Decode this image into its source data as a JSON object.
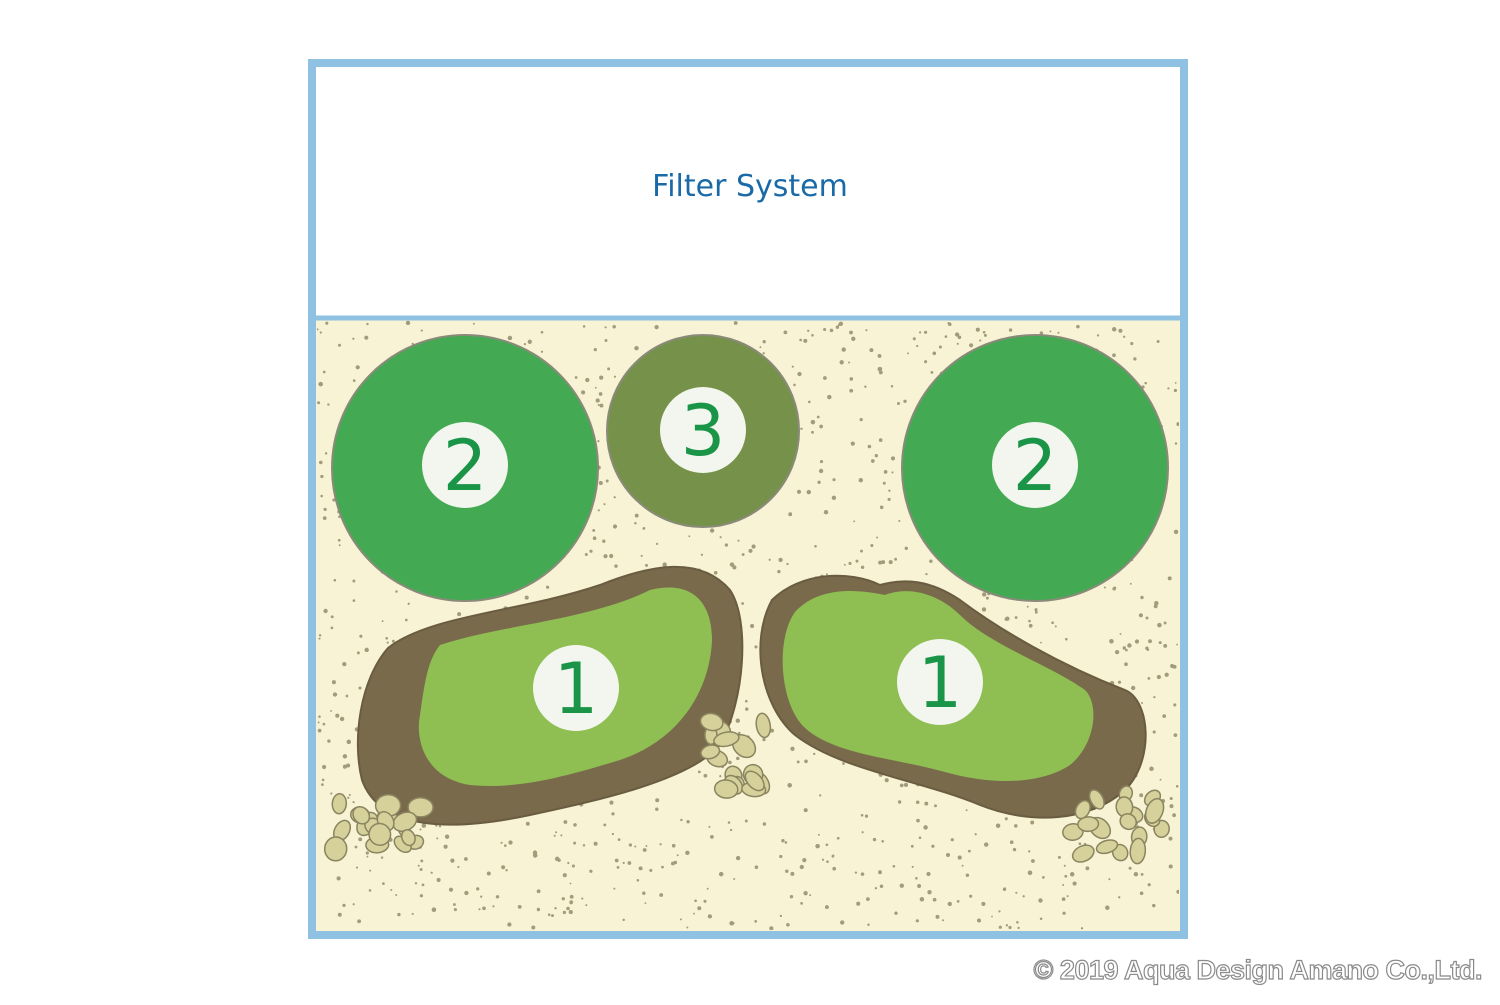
{
  "filter_system": {
    "label": "Filter System"
  },
  "markers": [
    {
      "id": "plant-2-left",
      "number": "2"
    },
    {
      "id": "plant-3-center",
      "number": "3"
    },
    {
      "id": "plant-2-right",
      "number": "2"
    },
    {
      "id": "rock-1-left",
      "number": "1"
    },
    {
      "id": "rock-1-right",
      "number": "1"
    }
  ],
  "copyright": "© 2019 Aqua Design Amano Co.,Ltd.",
  "colors": {
    "tank_border": "#8fc1e3",
    "sand": "#f7f3d4",
    "sand_dots": "#a39c7c",
    "plant_dark_green": "#43aa53",
    "plant_olive": "#76924a",
    "rock_brown": "#7a6a4c",
    "moss_light_green": "#8fbe53",
    "label_circle": "#f2f6ee",
    "label_number": "#1a9447",
    "filter_text": "#1a6aa8",
    "gravel": "#d6d09a"
  }
}
